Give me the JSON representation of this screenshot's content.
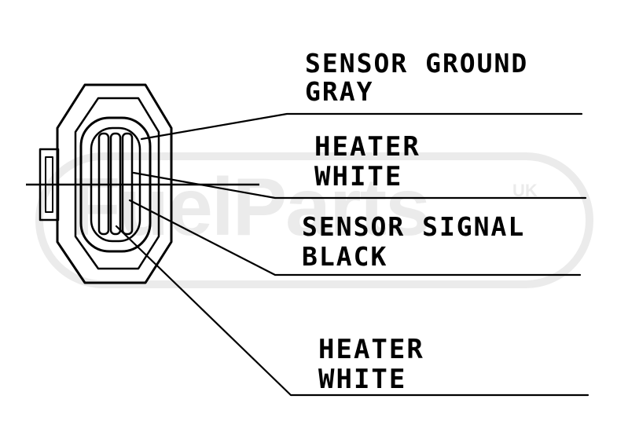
{
  "watermark": {
    "brand": "FuelParts",
    "region": "UK"
  },
  "labels": [
    {
      "function": "SENSOR GROUND",
      "wire_color": "GRAY"
    },
    {
      "function": "HEATER",
      "wire_color": "WHITE"
    },
    {
      "function": "SENSOR SIGNAL",
      "wire_color": "BLACK"
    },
    {
      "function": "HEATER",
      "wire_color": "WHITE"
    }
  ]
}
